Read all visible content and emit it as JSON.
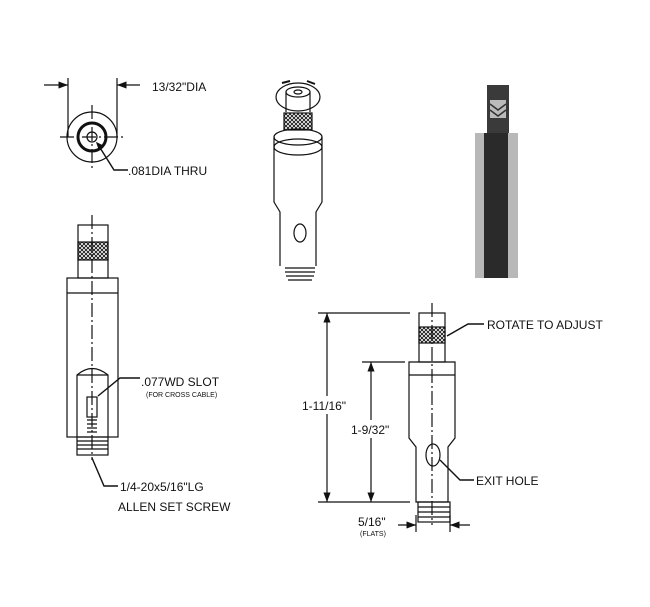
{
  "end_view": {
    "diameter_label": "13/32\"DIA",
    "hole_label": ".081DIA THRU"
  },
  "side_view": {
    "slot_label": ".077WD SLOT",
    "slot_note": "(FOR CROSS CABLE)",
    "screw_label_1": "1/4-20x5/16\"LG",
    "screw_label_2": "ALLEN SET SCREW"
  },
  "front_view": {
    "overall_length": "1-11/16\"",
    "body_length": "1-9/32\"",
    "flats_label": "5/16\"",
    "flats_note": "(FLATS)",
    "rotate_label": "ROTATE TO ADJUST",
    "exit_label": "EXIT HOLE"
  },
  "colors": {
    "line": "#111111",
    "photo_dark": "#2a2a2a",
    "photo_light": "#b8b8b8"
  }
}
